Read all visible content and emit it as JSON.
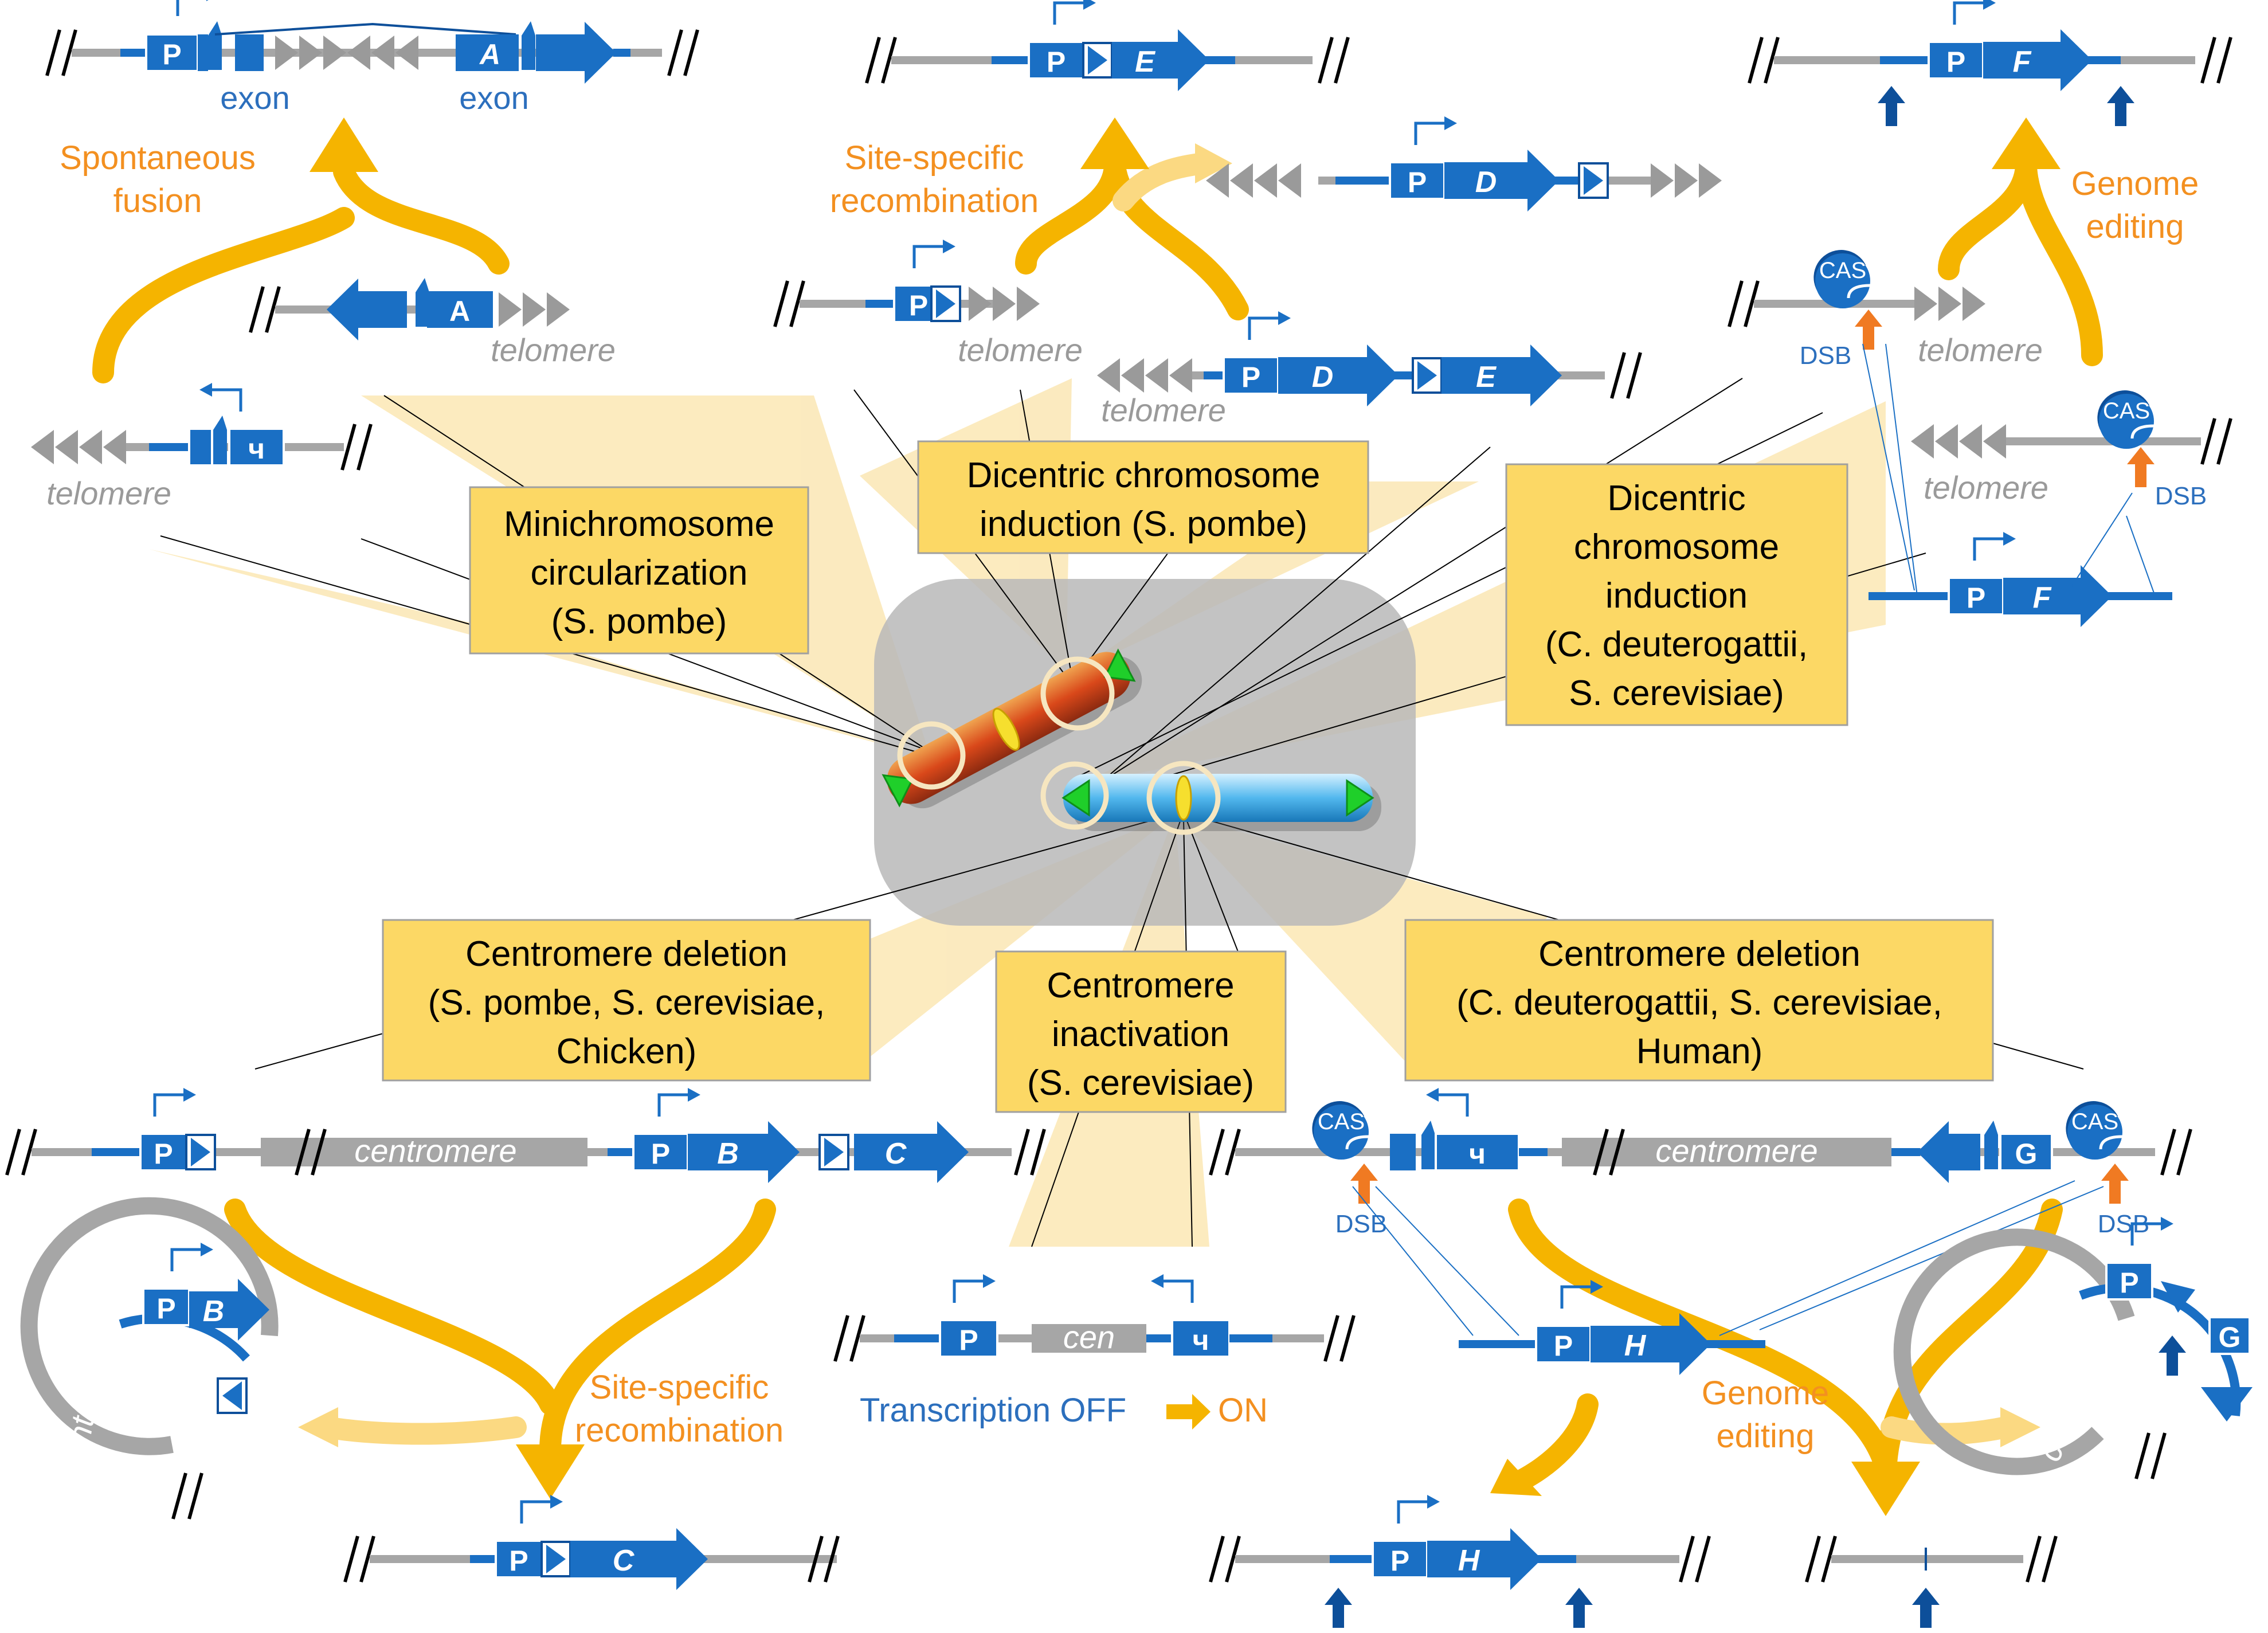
{
  "colors": {
    "gene_blue": "#1a6fc4",
    "gene_blue_dark": "#0d4f9a",
    "line_gray": "#a6a6a6",
    "telomere_gray": "#9a9a9a",
    "arrow_yellow": "#f5b400",
    "arrow_yellow_light": "#fbd982",
    "orange_text": "#f39020",
    "orange_arrow": "#f07a22",
    "box_fill": "#fcd865",
    "box_border": "#a0a0a0",
    "blue_text": "#2c6fbd",
    "green_telomere": "#1fcf2a",
    "panel_gray": "#bdbdbd"
  },
  "labels": {
    "exon_left": "exon",
    "exon_right": "exon",
    "spontaneous_fusion": [
      "Spontaneous",
      "fusion"
    ],
    "site_specific_top": [
      "Site-specific",
      "recombination"
    ],
    "genome_editing_top": [
      "Genome",
      "editing"
    ],
    "site_specific_bottom": [
      "Site-specific",
      "recombination"
    ],
    "genome_editing_bottom": [
      "Genome",
      "editing"
    ],
    "telomere": "telomere",
    "centromere": "centromere",
    "cen": "cen",
    "cas": "CAS",
    "dsb": "DSB",
    "transcription_off": "Transcription OFF",
    "transcription_on": "ON"
  },
  "gene_letters": {
    "p": "P",
    "a": "A",
    "b": "B",
    "c": "C",
    "d": "D",
    "e": "E",
    "f": "F",
    "g": "G",
    "h": "H"
  },
  "boxes": {
    "minichromosome": [
      "Minichromosome",
      "circularization",
      "(S. pombe)"
    ],
    "dicentric_pombe": [
      "Dicentric chromosome",
      "induction (S. pombe)"
    ],
    "dicentric_other": [
      "Dicentric",
      "chromosome",
      "induction",
      "(C. deuterogattii,",
      "S. cerevisiae)"
    ],
    "cen_del_left": [
      "Centromere deletion",
      "(S. pombe, S. cerevisiae,",
      "Chicken)"
    ],
    "cen_inactivation": [
      "Centromere",
      "inactivation",
      "(S. cerevisiae)"
    ],
    "cen_del_right": [
      "Centromere deletion",
      "(C. deuterogattii, S. cerevisiae,",
      "Human)"
    ]
  }
}
